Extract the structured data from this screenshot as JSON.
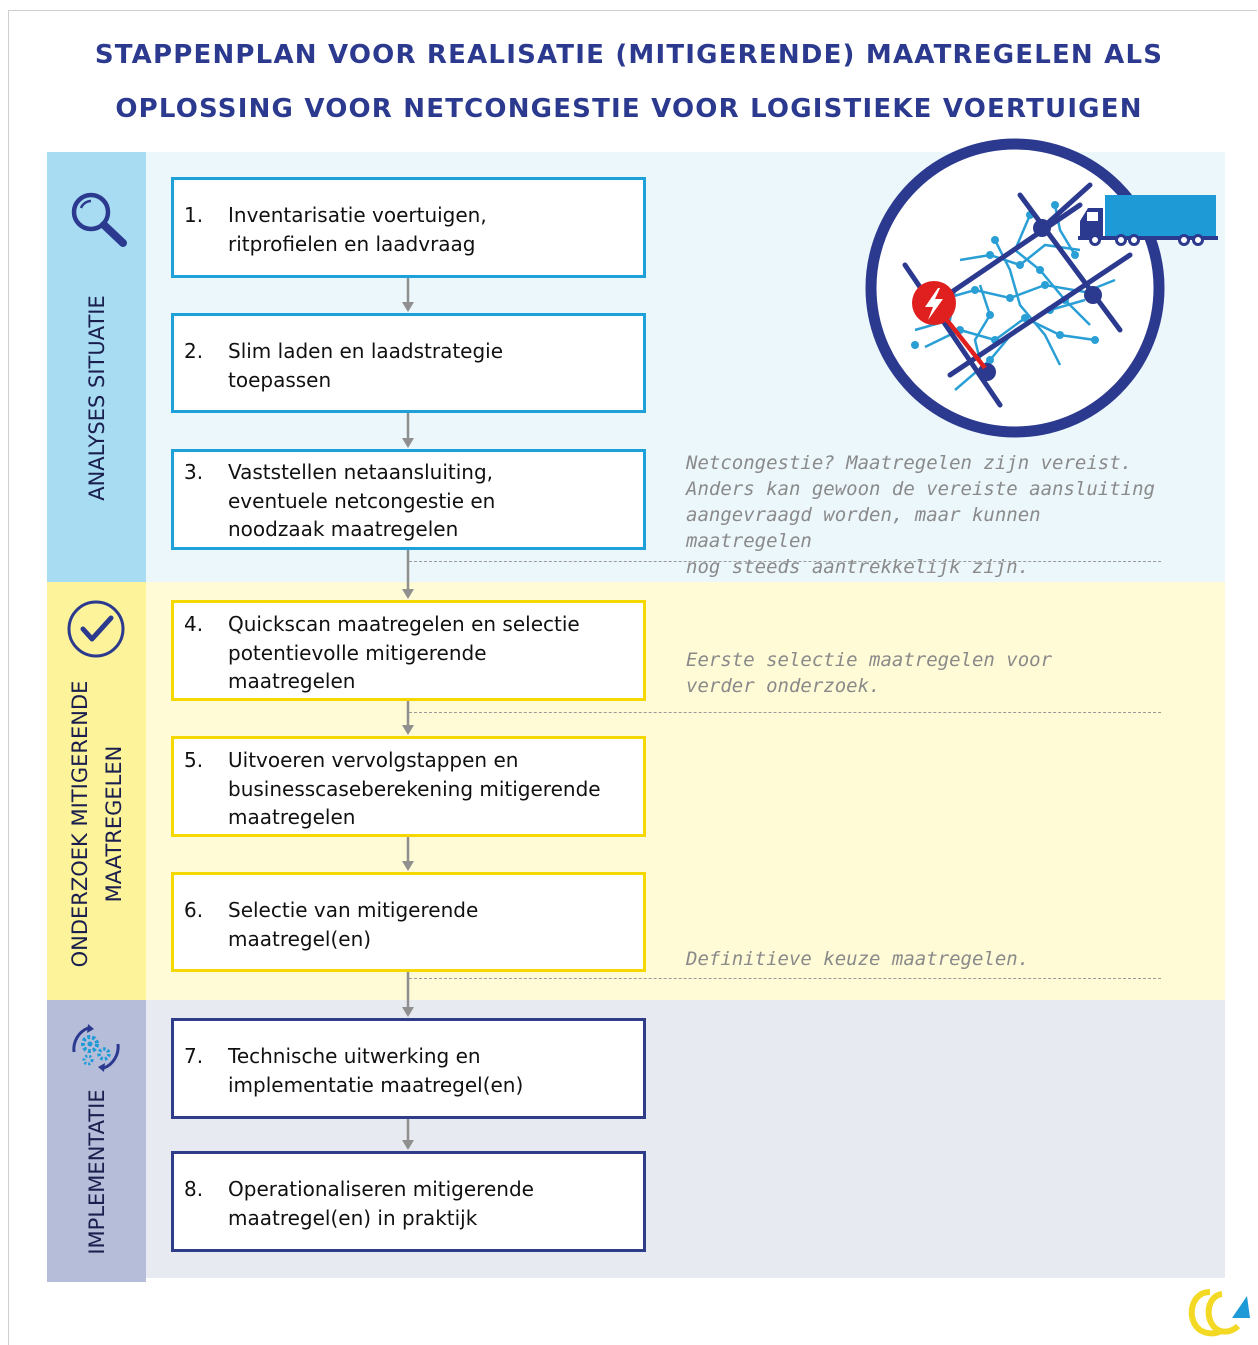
{
  "title": {
    "line1": "STAPPENPLAN VOOR REALISATIE (MITIGERENDE) MAATREGELEN ALS",
    "line2": "OPLOSSING VOOR NETCONGESTIE VOOR LOGISTIEKE VOERTUIGEN"
  },
  "phases": [
    {
      "label": "ANALYSES SITUATIE",
      "icon": "magnifier-icon",
      "color": "#a8dcf2",
      "band_color": "#ecf7fc"
    },
    {
      "label_line1": "ONDERZOEK MITIGERENDE",
      "label_line2": "MAATREGELEN",
      "icon": "checkmark-circle-icon",
      "color": "#fdf39a",
      "band_color": "#fefbd6"
    },
    {
      "label": "IMPLEMENTATIE",
      "icon": "gears-cycle-icon",
      "color": "#b6bdd9",
      "band_color": "#e8eaf1"
    }
  ],
  "steps": [
    {
      "num": "1.",
      "lines": [
        "Inventarisatie voertuigen,",
        "ritprofielen en laadvraag"
      ]
    },
    {
      "num": "2.",
      "lines": [
        "Slim laden en laadstrategie",
        "toepassen"
      ]
    },
    {
      "num": "3.",
      "lines": [
        "Vaststellen netaansluiting,",
        "eventuele netcongestie en",
        "noodzaak maatregelen"
      ]
    },
    {
      "num": "4.",
      "lines": [
        "Quickscan maatregelen en selectie",
        "potentievolle mitigerende",
        "maatregelen"
      ]
    },
    {
      "num": "5.",
      "lines": [
        "Uitvoeren vervolgstappen en",
        "businesscaseberekening mitigerende",
        "maatregelen"
      ]
    },
    {
      "num": "6.",
      "lines": [
        "Selectie van mitigerende",
        "maatregel(en)"
      ]
    },
    {
      "num": "7.",
      "lines": [
        "Technische uitwerking en",
        "implementatie maatregel(en)"
      ]
    },
    {
      "num": "8.",
      "lines": [
        "Operationaliseren mitigerende",
        "maatregel(en) in praktijk"
      ]
    }
  ],
  "notes": {
    "note1": [
      "Netcongestie? Maatregelen zijn vereist.",
      "Anders kan gewoon de vereiste aansluiting",
      "aangevraagd worden, maar kunnen maatregelen",
      "nog steeds aantrekkelijk zijn."
    ],
    "note2": [
      "Eerste selectie maatregelen voor",
      "verder onderzoek."
    ],
    "note3": [
      "Definitieve keuze maatregelen."
    ]
  },
  "colors": {
    "title": "#2b3a8f",
    "blue_border": "#1ea0d8",
    "yellow_border": "#f5d800",
    "navy_border": "#2f3c8a",
    "truck": "#1e9ad6",
    "network_line": "#2a9fd6",
    "alert": "#e0201f"
  },
  "illustration": {
    "icons": [
      "grid-network-icon",
      "truck-icon",
      "lightning-alert-icon"
    ]
  },
  "logo": {
    "icon": "company-logo-icon"
  }
}
